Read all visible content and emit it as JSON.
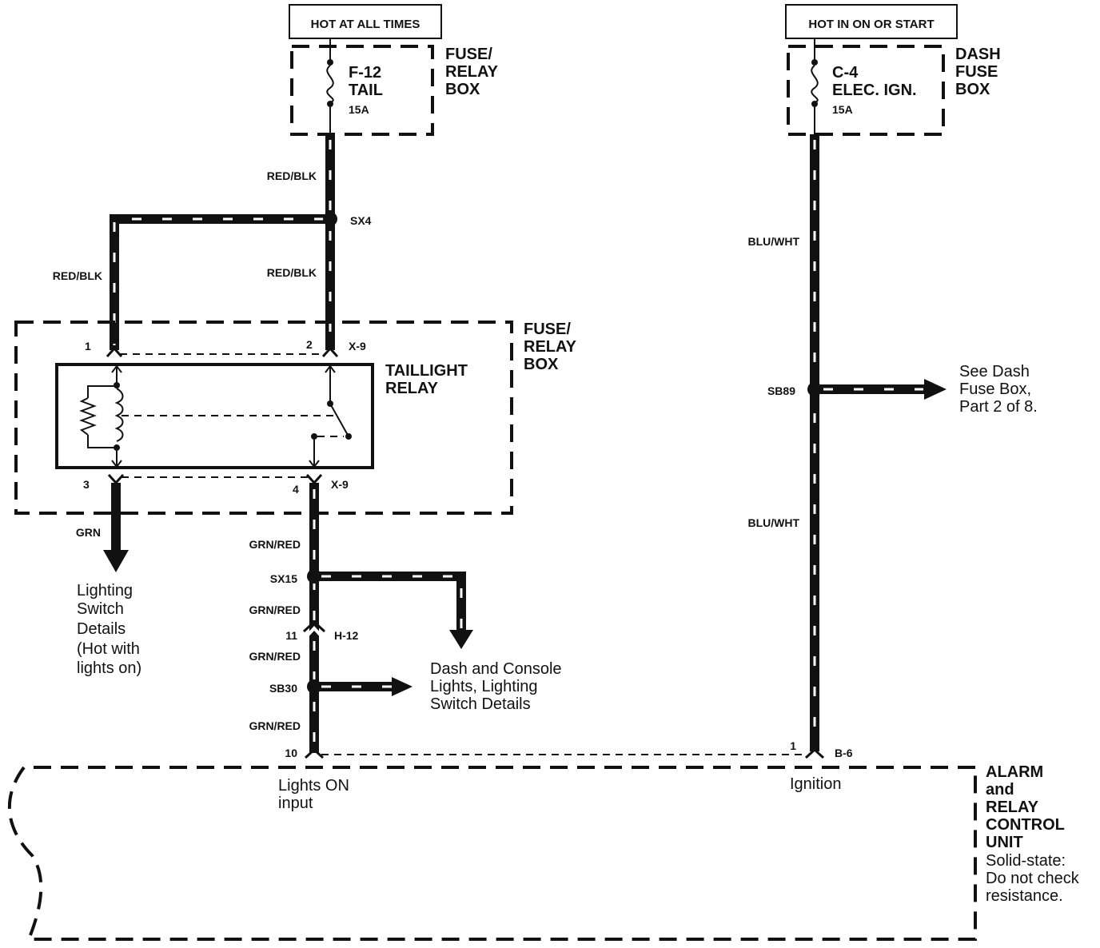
{
  "power_sources": {
    "left": "HOT AT ALL TIMES",
    "right": "HOT IN ON OR  START"
  },
  "fuses": {
    "f12": {
      "id": "F-12",
      "name": "TAIL",
      "rating": "15A"
    },
    "c4": {
      "id": "C-4",
      "name": "ELEC. IGN.",
      "rating": "15A"
    }
  },
  "boxes": {
    "fuse_relay_top": [
      "FUSE/",
      "RELAY",
      "BOX"
    ],
    "dash_fuse": [
      "DASH",
      "FUSE",
      "BOX"
    ],
    "fuse_relay_mid": [
      "FUSE/",
      "RELAY",
      "BOX"
    ],
    "relay": [
      "TAILLIGHT",
      "RELAY"
    ],
    "alarm": [
      "ALARM",
      "and",
      "RELAY",
      "CONTROL",
      "UNIT"
    ],
    "alarm_note": [
      "Solid-state:",
      "Do not check",
      "resistance."
    ]
  },
  "wires": {
    "red_blk_top": "RED/BLK",
    "red_blk_left": "RED/BLK",
    "red_blk_mid": "RED/BLK",
    "grn": "GRN",
    "grn_red_1": "GRN/RED",
    "grn_red_2": "GRN/RED",
    "grn_red_3": "GRN/RED",
    "grn_red_4": "GRN/RED",
    "blu_wht_1": "BLU/WHT",
    "blu_wht_2": "BLU/WHT"
  },
  "splices": {
    "sx4": "SX4",
    "sx15": "SX15",
    "sb30": "SB30",
    "sb89": "SB89"
  },
  "connectors": {
    "x9_top": "X-9",
    "x9_bottom": "X-9",
    "h12": "H-12",
    "b6": "B-6"
  },
  "pins": {
    "p1": "1",
    "p2": "2",
    "p3": "3",
    "p4": "4",
    "p11": "11",
    "p10": "10",
    "p1b": "1"
  },
  "references": {
    "lighting_switch": [
      "Lighting",
      "Switch",
      "Details",
      "(Hot with",
      "lights on)"
    ],
    "dash_console": [
      "Dash and Console",
      "Lights, Lighting",
      "Switch Details"
    ],
    "see_dash": [
      "See Dash",
      "Fuse Box,",
      "Part 2 of 8."
    ]
  },
  "inputs": {
    "lights_on": [
      "Lights ON",
      "input"
    ],
    "ignition": "Ignition"
  }
}
